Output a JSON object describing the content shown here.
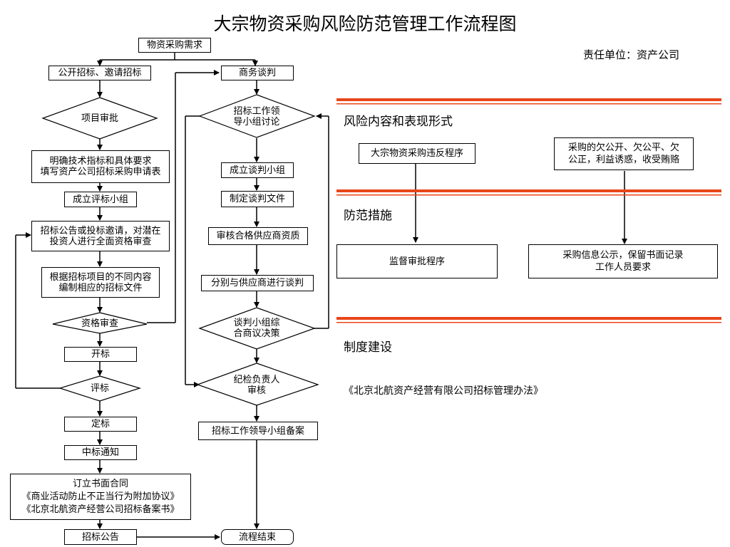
{
  "title": "大宗物资采购风险防范管理工作流程图",
  "responsible_unit": "责任单位：资产公司",
  "left_flow": {
    "demand": "物资采购需求",
    "public_bid": "公开招标、邀请招标",
    "project_approval": "项目审批",
    "specs_line1": "明确技术指标和具体要求",
    "specs_line2": "填写资产公司招标采购申请表",
    "eval_team": "成立评标小组",
    "announce_line1": "招标公告或投标邀请，对潜在",
    "announce_line2": "投资人进行全面资格审查",
    "docs_line1": "根据招标项目的不同内容",
    "docs_line2": "编制相应的招标文件",
    "qualification": "资格审查",
    "open_bid": "开标",
    "evaluate": "评标",
    "award": "定标",
    "notice": "中标通知",
    "contract_line1": "订立书面合同",
    "contract_line2": "《商业活动防止不正当行为附加协议》",
    "contract_line3": "《北京北航资产经营公司招标备案书》",
    "bid_announcement": "招标公告"
  },
  "middle_flow": {
    "negotiation": "商务谈判",
    "leader_discuss_line1": "招标工作领",
    "leader_discuss_line2": "导小组讨论",
    "form_team": "成立谈判小组",
    "draft_docs": "制定谈判文件",
    "review_suppliers": "审核合格供应商资质",
    "negotiate_each": "分别与供应商进行谈判",
    "team_decision_line1": "谈判小组综",
    "team_decision_line2": "合商议决策",
    "discipline_line1": "纪检负责人",
    "discipline_line2": "审核",
    "record": "招标工作领导小组备案",
    "end": "流程结束"
  },
  "right_panel": {
    "risk_heading": "风险内容和表现形式",
    "risk1": "大宗物资采购违反程序",
    "risk2_line1": "采购的欠公开、欠公平、欠",
    "risk2_line2": "公正，利益诱惑，收受贿赂",
    "measures_heading": "防范措施",
    "measure1": "监督审批程序",
    "measure2_line1": "采购信息公示，保留书面记录",
    "measure2_line2": "工作人员要求",
    "system_heading": "制度建设",
    "regulation": "《北京北航资产经营有限公司招标管理办法》"
  },
  "colors": {
    "separator": "#e8461a"
  }
}
